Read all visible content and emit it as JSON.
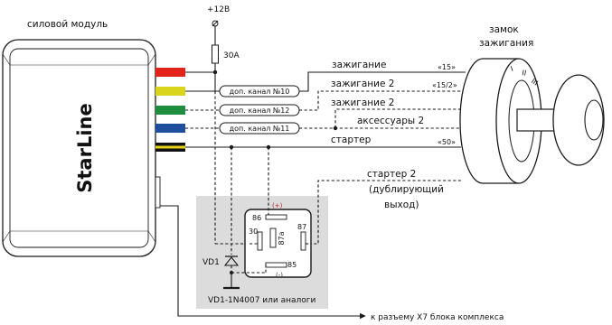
{
  "labels": {
    "power_module": "силовой модуль",
    "brand": "StarLine",
    "plus12v": "+12В",
    "fuse": "30А",
    "ignition_lock_1": "замок",
    "ignition_lock_2": "зажигания",
    "ext_channel_10": "доп. канал №10",
    "ext_channel_12": "доп. канал №12",
    "ext_channel_11": "доп. канал №11",
    "ignition": "зажигание",
    "ignition_term": "«15»",
    "ignition2_dashed": "зажигание 2",
    "ignition2_term": "«15/2»",
    "ignition2_extra": "зажигание 2",
    "accessories2": "аксессуары 2",
    "starter": "стартер",
    "starter_term": "«50»",
    "starter2_line1": "стартер 2",
    "starter2_line2": "(дублирующий",
    "starter2_line3": "выход)",
    "vd1": "VD1",
    "vd1_note": "VD1-1N4007 или аналоги",
    "pin86": "86",
    "pin87": "87",
    "pin30": "30",
    "pin87a": "87а",
    "pin85": "85",
    "plus_sign": "(+)",
    "minus_sign": "(-)",
    "x7_connector": "к разъему Х7 блока комплекса"
  },
  "lock_marks": [
    "I",
    "II",
    "III"
  ],
  "wire_colors": {
    "red": "#e2231a",
    "yellow": "#d9d51c",
    "green": "#1e8e3e",
    "blue": "#1f4e9c",
    "black": "#111111",
    "stripe": "#e8d51a"
  }
}
